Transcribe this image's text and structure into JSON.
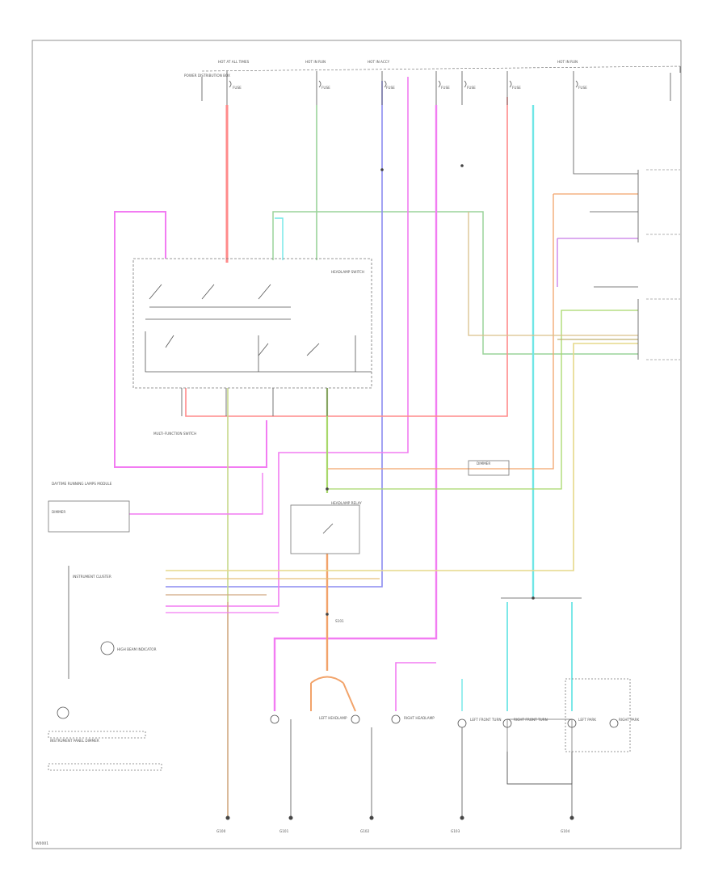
{
  "diagram": {
    "page_id": "W0001",
    "labels": {
      "top_hot1": "HOT AT ALL TIMES",
      "top_hot2": "HOT IN RUN",
      "top_hot3": "HOT IN ACCY",
      "top_hot4": "HOT IN RUN",
      "power_dist": "POWER DISTRIBUTION BOX",
      "fuse": "FUSE",
      "headlamp_switch": "HEADLAMP SWITCH",
      "multifunction": "MULTI-FUNCTION SWITCH",
      "headlamp_relay": "HEADLAMP RELAY",
      "instrument_cluster": "INSTRUMENT CLUSTER",
      "high_beam": "HIGH BEAM INDICATOR",
      "left_headlamp": "LEFT HEADLAMP",
      "right_headlamp": "RIGHT HEADLAMP",
      "left_front_turn": "LEFT FRONT TURN",
      "right_front_turn": "RIGHT FRONT TURN",
      "left_park": "LEFT PARK",
      "right_park": "RIGHT PARK",
      "ground1": "G100",
      "ground2": "G101",
      "ground3": "G102",
      "ground4": "G103",
      "ground5": "G104",
      "dimmer": "DIMMER",
      "daytime": "DAYTIME RUNNING LAMPS MODULE",
      "instrument_panel": "INSTRUMENT PANEL DIMMER",
      "splice": "S101"
    }
  },
  "colors": {
    "red": "#ff8a8a",
    "green": "#9ad49a",
    "magenta": "#f27cf2",
    "blue": "#8c8cf0",
    "cyan": "#6fe6e6",
    "orange": "#f2a36a",
    "yellow": "#e6e67a",
    "lime": "#a8d86a",
    "tan": "#d9b07a",
    "brown": "#c8a070",
    "purple": "#b07ae0",
    "gray": "#777777"
  }
}
